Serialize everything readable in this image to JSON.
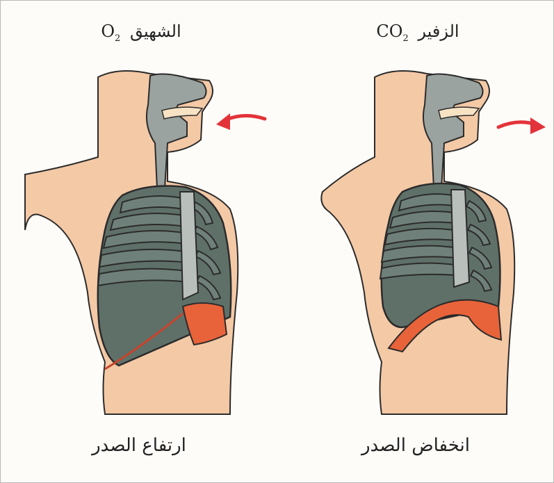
{
  "panels": [
    {
      "title": "الشهيق",
      "gas": "O",
      "gas_subscript": "2",
      "caption": "ارتفاع الصدر",
      "arrow_direction": "in"
    },
    {
      "title": "الزفير",
      "gas": "CO",
      "gas_subscript": "2",
      "caption": "انخفاض الصدر",
      "arrow_direction": "out"
    }
  ],
  "colors": {
    "skin": "#f4c9a6",
    "outline": "#2b2b2b",
    "lungs": "#5f7069",
    "airway": "#9aa39f",
    "diaphragm": "#e8633a",
    "arrow": "#e3333a"
  }
}
